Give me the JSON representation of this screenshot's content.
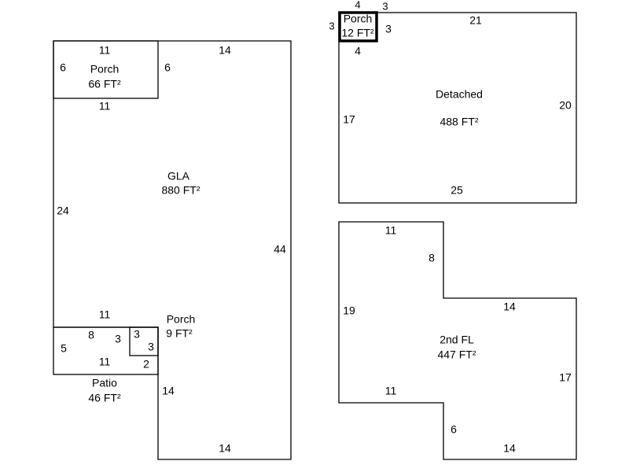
{
  "areas": {
    "gla": {
      "name": "GLA",
      "area": "880 FT²",
      "dims": [
        "14",
        "24",
        "44",
        "11",
        "14",
        "14"
      ]
    },
    "porch_top": {
      "name": "Porch",
      "area": "66 FT²",
      "dims": [
        "11",
        "6",
        "6",
        "11"
      ]
    },
    "patio": {
      "name": "Patio",
      "area": "46 FT²",
      "dims": [
        "8",
        "5",
        "3",
        "11",
        "2"
      ]
    },
    "porch_small": {
      "name": "Porch",
      "area": "9 FT²",
      "dims": [
        "3",
        "3"
      ]
    },
    "detached": {
      "name": "Detached",
      "area": "488 FT²",
      "dims": [
        "21",
        "17",
        "20",
        "25",
        "3",
        "4"
      ]
    },
    "porch_detached": {
      "name": "Porch",
      "area": "12 FT²",
      "dims": [
        "3",
        "4",
        "3"
      ]
    },
    "second_fl": {
      "name": "2nd FL",
      "area": "447 FT²",
      "dims": [
        "11",
        "8",
        "19",
        "14",
        "17",
        "11",
        "6",
        "14"
      ]
    }
  }
}
